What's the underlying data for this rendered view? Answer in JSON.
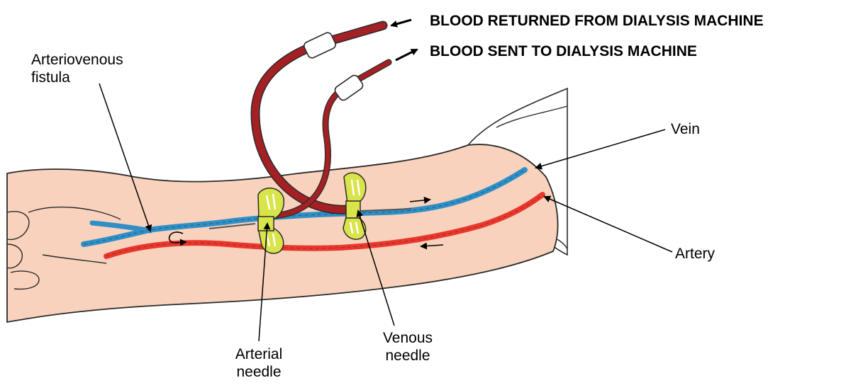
{
  "headers": {
    "returned": "BLOOD RETURNED FROM DIALYSIS MACHINE",
    "sent": "BLOOD SENT TO DIALYSIS MACHINE"
  },
  "labels": {
    "fistula_line1": "Arteriovenous",
    "fistula_line2": "fistula",
    "vein": "Vein",
    "artery": "Artery",
    "arterial_line1": "Arterial",
    "arterial_line2": "needle",
    "venous_line1": "Venous",
    "venous_line2": "needle"
  },
  "colors": {
    "skin": "#f8d2bc",
    "vein": "#2f8fc6",
    "artery": "#e8382e",
    "tube": "#a32025",
    "needle_wing": "#d9e44a",
    "outline": "#2a2a2a"
  }
}
